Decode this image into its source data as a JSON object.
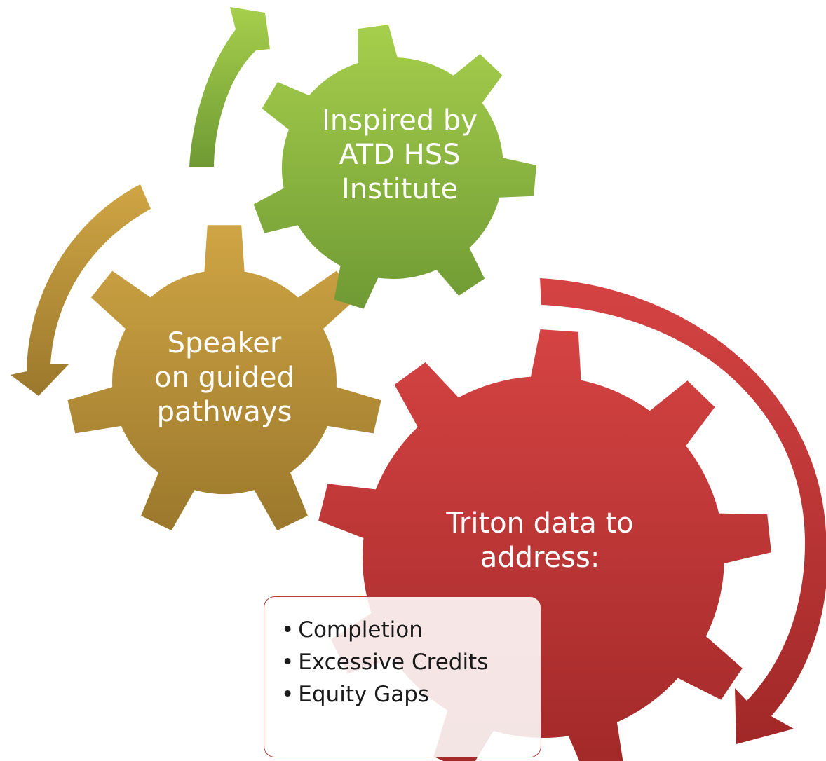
{
  "gears": [
    {
      "name": "green",
      "lines": [
        "Inspired by",
        "ATD HSS",
        "Institute"
      ],
      "colors": [
        "#a6cf4c",
        "#6f9a34"
      ]
    },
    {
      "name": "orange",
      "lines": [
        "Speaker",
        "on guided",
        "pathways"
      ],
      "colors": [
        "#cfa544",
        "#9b782c"
      ]
    },
    {
      "name": "red",
      "lines": [
        "Triton data to",
        "address:"
      ],
      "colors": [
        "#d54343",
        "#a12828"
      ]
    }
  ],
  "sub_items": [
    "Completion",
    "Excessive Credits",
    "Equity Gaps"
  ],
  "arrow_colors": {
    "green": [
      "#a6cf4c",
      "#6f9a34"
    ],
    "orange": [
      "#cfa544",
      "#9b782c"
    ],
    "red": [
      "#d54343",
      "#a12828"
    ]
  }
}
